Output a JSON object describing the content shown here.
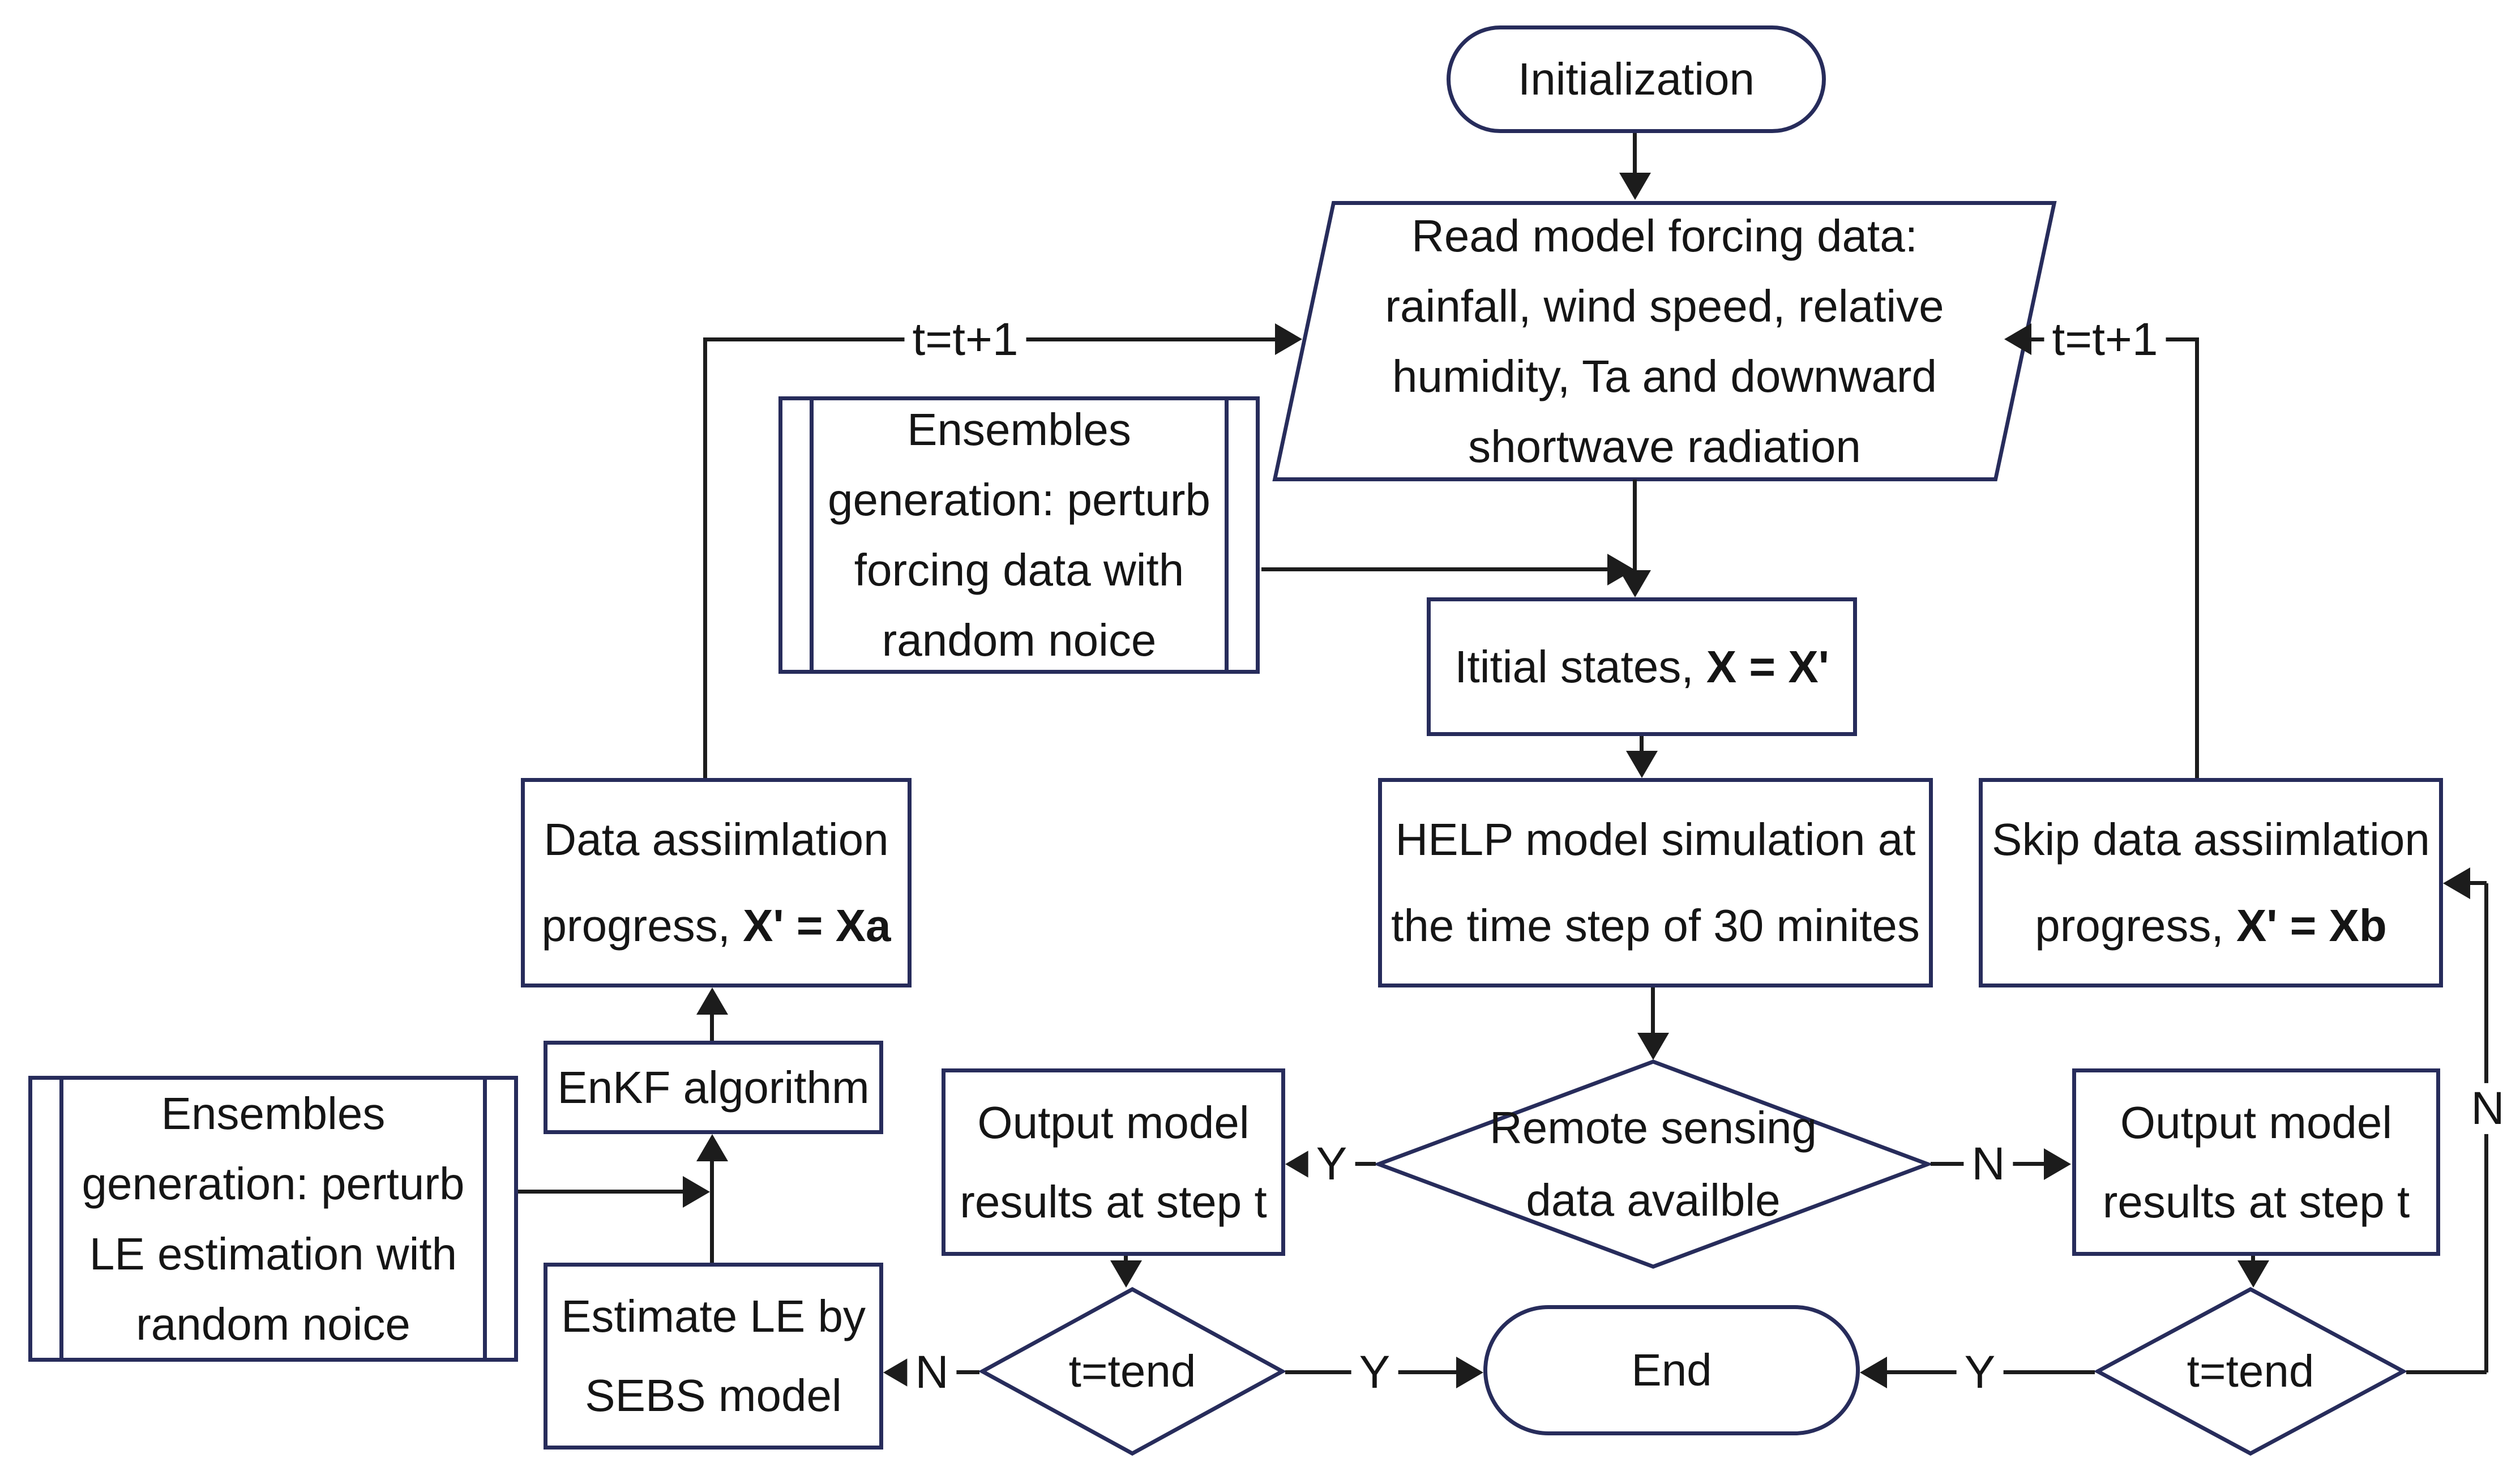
{
  "canvas": {
    "background": "#ffffff",
    "shape_border_color": "#272c5b",
    "connector_color": "#1c1c1c",
    "text_color": "#151515"
  },
  "nodes": {
    "start": {
      "label": "Initialization"
    },
    "read_forcing": {
      "lines": [
        "Read model forcing data:",
        "rainfall, wind speed, relative",
        "humidity, Ta and downward",
        "shortwave radiation"
      ]
    },
    "ensembles_forcing": {
      "lines": [
        "Ensembles",
        "generation: perturb",
        "forcing data with",
        "random noice"
      ]
    },
    "initial_states": {
      "prefix": "Ititial states, ",
      "bold": "X = X'"
    },
    "help_simulation": {
      "lines": [
        "HELP model simulation at",
        "the time step of 30 minites"
      ]
    },
    "data_assimilation": {
      "line1": "Data assiimlation",
      "line2_prefix": "progress, ",
      "line2_bold": "X' = Xa"
    },
    "skip_assimilation": {
      "line1": "Skip data assiimlation",
      "line2_prefix": "progress, ",
      "line2_bold": "X' = Xb"
    },
    "remote_sensing": {
      "lines": [
        "Remote sensing",
        "data availble"
      ]
    },
    "output_left": {
      "lines": [
        "Output model",
        "results at step t"
      ]
    },
    "output_right": {
      "lines": [
        "Output model",
        "results at step t"
      ]
    },
    "enkf": {
      "label": "EnKF algorithm"
    },
    "estimate_le": {
      "lines": [
        "Estimate LE by",
        "SEBS model"
      ]
    },
    "ensembles_le": {
      "lines": [
        "Ensembles",
        "generation: perturb",
        "LE estimation with",
        "random noice"
      ]
    },
    "t_end_left": {
      "label": "t=tend"
    },
    "t_end_right": {
      "label": "t=tend"
    },
    "end": {
      "label": "End"
    }
  },
  "edge_labels": {
    "t_increment_left": "t=t+1",
    "t_increment_right": "t=t+1",
    "rs_yes": "Y",
    "rs_no": "N",
    "tend_left_yes": "Y",
    "tend_left_no": "N",
    "tend_right_yes": "Y",
    "tend_right_no": "N"
  }
}
